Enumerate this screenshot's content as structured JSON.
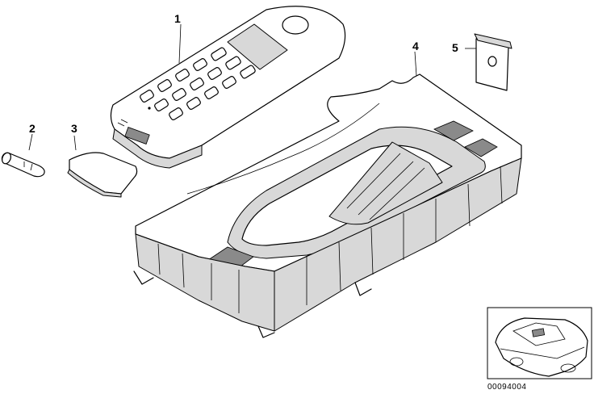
{
  "callouts": {
    "part1": "1",
    "part2": "2",
    "part3": "3",
    "part4": "4",
    "part5": "5"
  },
  "document_number": "00094004",
  "icons": {
    "part1": "handset-icon",
    "part2": "battery-icon",
    "part3": "cover-icon",
    "part4": "cradle-tray-icon",
    "part5": "clip-icon",
    "thumbnail": "car-thumbnail-icon"
  }
}
